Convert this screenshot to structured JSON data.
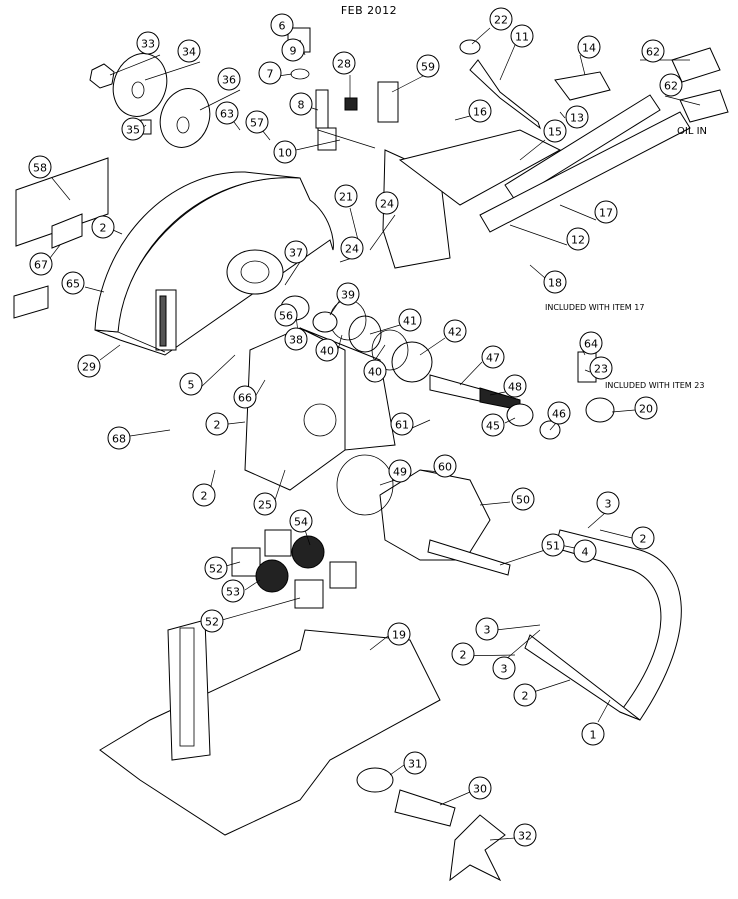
{
  "header": {
    "date": "FEB 2012"
  },
  "notes": {
    "included_17": "INCLUDED WITH ITEM 17",
    "included_23": "INCLUDED WITH ITEM 23",
    "oil_in": "OIL IN"
  },
  "balloons": [
    {
      "n": "33"
    },
    {
      "n": "34"
    },
    {
      "n": "6"
    },
    {
      "n": "9"
    },
    {
      "n": "7"
    },
    {
      "n": "36"
    },
    {
      "n": "35"
    },
    {
      "n": "8"
    },
    {
      "n": "28"
    },
    {
      "n": "59"
    },
    {
      "n": "22"
    },
    {
      "n": "11"
    },
    {
      "n": "14"
    },
    {
      "n": "62"
    },
    {
      "n": "62"
    },
    {
      "n": "63"
    },
    {
      "n": "57"
    },
    {
      "n": "10"
    },
    {
      "n": "16"
    },
    {
      "n": "13"
    },
    {
      "n": "15"
    },
    {
      "n": "58"
    },
    {
      "n": "21"
    },
    {
      "n": "24"
    },
    {
      "n": "17"
    },
    {
      "n": "12"
    },
    {
      "n": "18"
    },
    {
      "n": "2"
    },
    {
      "n": "67"
    },
    {
      "n": "37"
    },
    {
      "n": "24"
    },
    {
      "n": "65"
    },
    {
      "n": "39"
    },
    {
      "n": "41"
    },
    {
      "n": "56"
    },
    {
      "n": "38"
    },
    {
      "n": "40"
    },
    {
      "n": "42"
    },
    {
      "n": "40"
    },
    {
      "n": "29"
    },
    {
      "n": "64"
    },
    {
      "n": "23"
    },
    {
      "n": "47"
    },
    {
      "n": "5"
    },
    {
      "n": "48"
    },
    {
      "n": "66"
    },
    {
      "n": "20"
    },
    {
      "n": "61"
    },
    {
      "n": "46"
    },
    {
      "n": "45"
    },
    {
      "n": "2"
    },
    {
      "n": "68"
    },
    {
      "n": "49"
    },
    {
      "n": "60"
    },
    {
      "n": "25"
    },
    {
      "n": "2"
    },
    {
      "n": "50"
    },
    {
      "n": "3"
    },
    {
      "n": "2"
    },
    {
      "n": "4"
    },
    {
      "n": "54"
    },
    {
      "n": "51"
    },
    {
      "n": "52"
    },
    {
      "n": "53"
    },
    {
      "n": "52"
    },
    {
      "n": "19"
    },
    {
      "n": "3"
    },
    {
      "n": "2"
    },
    {
      "n": "3"
    },
    {
      "n": "2"
    },
    {
      "n": "1"
    },
    {
      "n": "31"
    },
    {
      "n": "30"
    },
    {
      "n": "32"
    }
  ],
  "colors": {
    "line": "#000000",
    "background": "#ffffff"
  }
}
